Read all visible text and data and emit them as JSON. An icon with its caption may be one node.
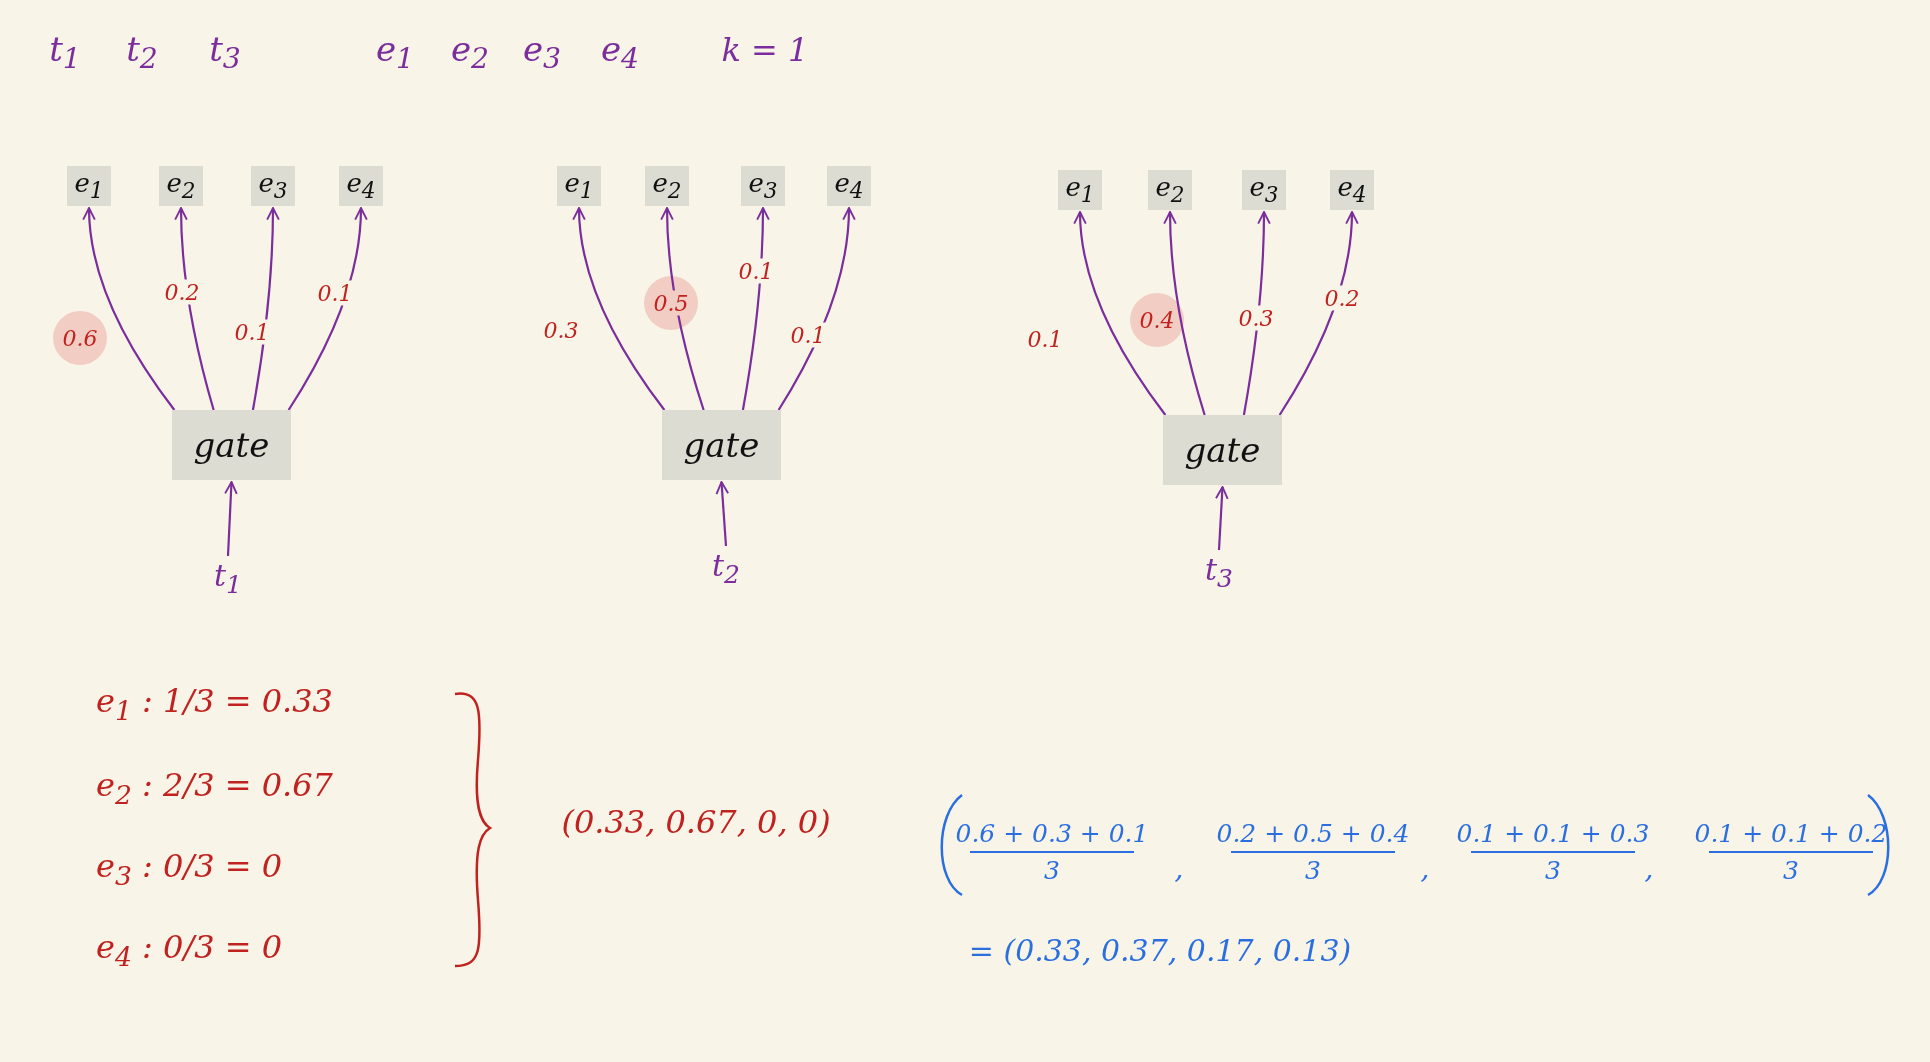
{
  "diagram": {
    "nodes": [
      {
        "text": [
          "e$_{1}$"
        ]
      },
      {
        "text": [
          "e$_{2}$"
        ]
      },
      {
        "text": [
          "e$_{3}$"
        ]
      },
      {
        "text": [
          "e$_{4}$"
        ]
      },
      {
        "text": [
          "gate"
        ]
      },
      {
        "text": [
          "t$_{1}$"
        ]
      },
      {
        "text": [
          "e$_{1}$"
        ]
      },
      {
        "text": [
          "e$_{2}$"
        ]
      },
      {
        "text": [
          "e$_{3}$"
        ]
      },
      {
        "text": [
          "e$_{4}$"
        ]
      },
      {
        "text": [
          "gate"
        ]
      },
      {
        "text": [
          "t$_{2}$"
        ]
      },
      {
        "text": [
          "e$_{1}$"
        ]
      },
      {
        "text": [
          "e$_{2}$"
        ]
      },
      {
        "text": [
          "e$_{3}$"
        ]
      },
      {
        "text": [
          "e$_{4}$"
        ]
      },
      {
        "text": [
          "gate"
        ]
      },
      {
        "text": [
          "t$_{3}$"
        ]
      }
    ],
    "edges": [
      {
        "from": 4,
        "to": 0,
        "arrow": "to",
        "label": "0.6"
      },
      {
        "from": 4,
        "to": 1,
        "arrow": "to",
        "label": "0.2"
      },
      {
        "from": 4,
        "to": 2,
        "arrow": "to",
        "label": "0.1"
      },
      {
        "from": 4,
        "to": 3,
        "arrow": "to",
        "label": "0.1"
      },
      {
        "from": 5,
        "to": 4,
        "arrow": "to"
      },
      {
        "from": 10,
        "to": 6,
        "arrow": "to",
        "label": "0.3"
      },
      {
        "from": 10,
        "to": 7,
        "arrow": "to",
        "label": "0.5"
      },
      {
        "from": 10,
        "to": 8,
        "arrow": "to",
        "label": "0.1"
      },
      {
        "from": 10,
        "to": 9,
        "arrow": "to",
        "label": "0.1"
      },
      {
        "from": 11,
        "to": 10,
        "arrow": "to"
      },
      {
        "from": 16,
        "to": 12,
        "arrow": "to",
        "label": "0.1"
      },
      {
        "from": 16,
        "to": 13,
        "arrow": "to",
        "label": "0.4"
      },
      {
        "from": 16,
        "to": 14,
        "arrow": "to",
        "label": "0.3"
      },
      {
        "from": 16,
        "to": 15,
        "arrow": "to",
        "label": "0.2"
      },
      {
        "from": 17,
        "to": 16,
        "arrow": "to"
      }
    ],
    "labels": [
      "t$_{1}$",
      "t$_{2}$",
      "t$_{3}$",
      "e$_{1}$",
      "e$_{2}$",
      "e$_{3}$",
      "e$_{4}$",
      "k = 1",
      "e$_{1}$ : 1/3 = 0.33",
      "e$_{2}$ : 2/3 = 0.67",
      "e$_{3}$ : 0/3 = 0",
      "e$_{4}$ : 0/3 = 0",
      "(0.33, 0.67, 0, 0)",
      "0.6 + 0.3 + 0.1",
      "3",
      ",",
      "0.2 + 0.5 + 0.4",
      "3",
      ",",
      "0.1 + 0.1 + 0.3",
      "3",
      ",",
      "0.1 + 0.1 + 0.2",
      "3",
      "= (0.33, 0.37, 0.17, 0.13)"
    ]
  }
}
